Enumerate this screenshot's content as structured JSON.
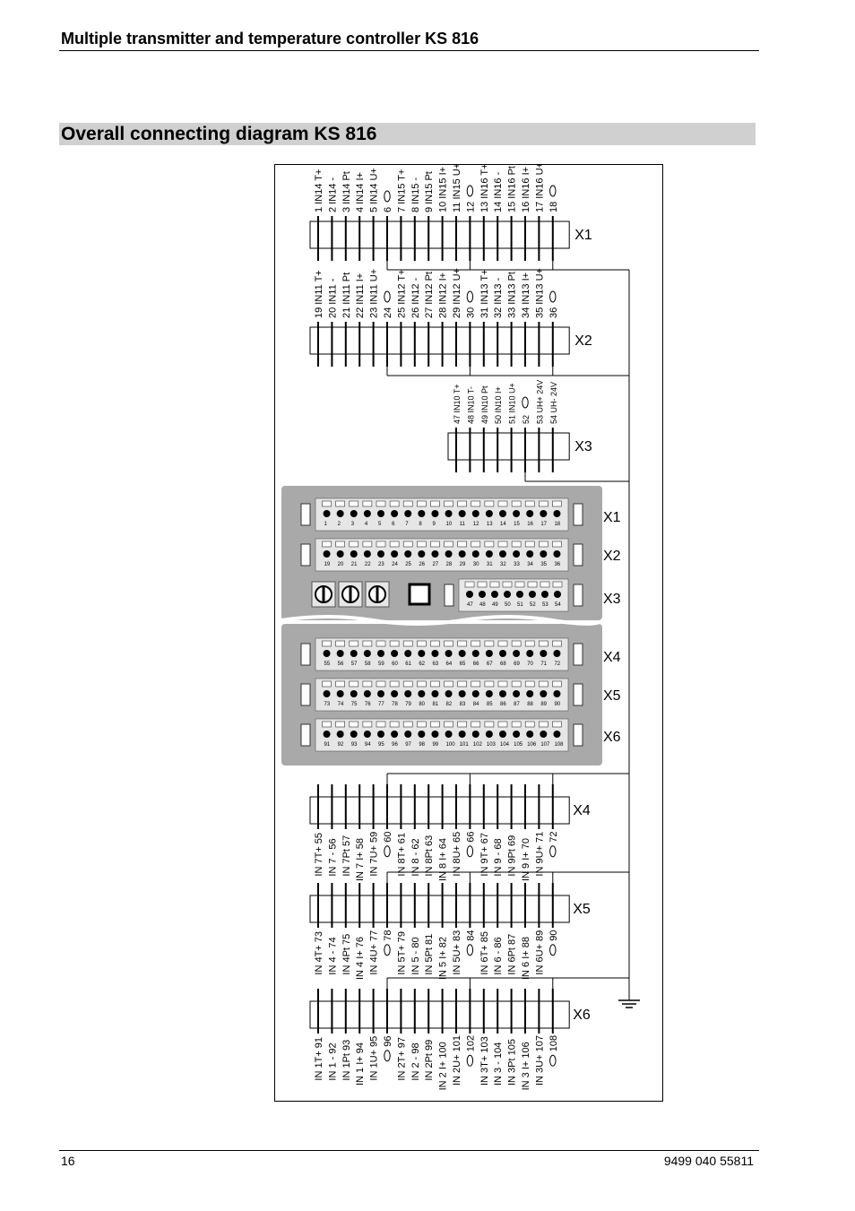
{
  "header": {
    "title": "Multiple transmitter and temperature controller KS 816"
  },
  "section": {
    "title": "Overall connecting diagram KS 816"
  },
  "footer": {
    "page_number": "16",
    "doc_number": "9499 040 55811"
  },
  "diagram": {
    "connector_x1": {
      "name": "X1",
      "pins": [
        "1 IN14 T+",
        "2 IN14 -",
        "3 IN14 Pt",
        "4 IN14 I+",
        "5 IN14 U+",
        "6",
        "7 IN15 T+",
        "8 IN15 -",
        "9 IN15 Pt",
        "10 IN15 I+",
        "11 IN15 U+",
        "12",
        "13 IN16 T+",
        "14 IN16 -",
        "15 IN16 Pt",
        "16 IN16 I+",
        "17 IN16 U+",
        "18"
      ]
    },
    "connector_x2": {
      "name": "X2",
      "pins": [
        "19 IN11 T+",
        "20 IN11 -",
        "21 IN11 Pt",
        "22 IN11 I+",
        "23 IN11 U+",
        "24",
        "25 IN12 T+",
        "26 IN12 -",
        "27 IN12 Pt",
        "28 IN12 I+",
        "29 IN12 U+",
        "30",
        "31 IN13 T+",
        "32 IN13 -",
        "33 IN13 Pt",
        "34 IN13 I+",
        "35 IN13 U+",
        "36"
      ]
    },
    "connector_x3": {
      "name": "X3",
      "pins": [
        "47 IN10 T+",
        "48 IN10 T-",
        "49 IN10 Pt",
        "50 IN10 I+",
        "51 IN10 U+",
        "52",
        "53 UH+ 24V",
        "54 UH- 24V"
      ]
    },
    "panel": {
      "x1_label": "X1",
      "x2_label": "X2",
      "x3_label": "X3",
      "x4_label": "X4",
      "x5_label": "X5",
      "x6_label": "X6",
      "row_x1": [
        "1",
        "2",
        "3",
        "4",
        "5",
        "6",
        "7",
        "8",
        "9",
        "10",
        "11",
        "12",
        "13",
        "14",
        "15",
        "16",
        "17",
        "18"
      ],
      "row_x2": [
        "19",
        "20",
        "21",
        "22",
        "23",
        "24",
        "25",
        "26",
        "27",
        "28",
        "29",
        "30",
        "31",
        "32",
        "33",
        "34",
        "35",
        "36"
      ],
      "row_x3": [
        "47",
        "48",
        "49",
        "50",
        "51",
        "52",
        "53",
        "54"
      ],
      "row_x4": [
        "55",
        "56",
        "57",
        "58",
        "59",
        "60",
        "61",
        "62",
        "63",
        "64",
        "65",
        "66",
        "67",
        "68",
        "69",
        "70",
        "71",
        "72"
      ],
      "row_x5": [
        "73",
        "74",
        "75",
        "76",
        "77",
        "78",
        "79",
        "80",
        "81",
        "82",
        "83",
        "84",
        "85",
        "86",
        "87",
        "88",
        "89",
        "90"
      ],
      "row_x6": [
        "91",
        "92",
        "93",
        "94",
        "95",
        "96",
        "97",
        "98",
        "99",
        "100",
        "101",
        "102",
        "103",
        "104",
        "105",
        "106",
        "107",
        "108"
      ]
    },
    "connector_x4": {
      "name": "X4",
      "pins": [
        "IN 7T+ 55",
        "IN 7 - 56",
        "IN 7Pt 57",
        "IN 7 I+ 58",
        "IN 7U+ 59",
        "60",
        "IN 8T+ 61",
        "IN 8 - 62",
        "IN 8Pt 63",
        "IN 8 I+ 64",
        "IN 8U+ 65",
        "66",
        "IN 9T+ 67",
        "IN 9 - 68",
        "IN 9Pt 69",
        "IN 9 I+ 70",
        "IN 9U+ 71",
        "72"
      ]
    },
    "connector_x5": {
      "name": "X5",
      "pins": [
        "IN 4T+ 73",
        "IN 4 - 74",
        "IN 4Pt 75",
        "IN 4 I+ 76",
        "IN 4U+ 77",
        "78",
        "IN 5T+ 79",
        "IN 5 - 80",
        "IN 5Pt 81",
        "IN 5 I+ 82",
        "IN 5U+ 83",
        "84",
        "IN 6T+ 85",
        "IN 6 - 86",
        "IN 6Pt 87",
        "IN 6 I+ 88",
        "IN 6U+ 89",
        "90"
      ]
    },
    "connector_x6": {
      "name": "X6",
      "pins": [
        "IN 1T+ 91",
        "IN 1 - 92",
        "IN 1Pt 93",
        "IN 1 I+ 94",
        "IN 1U+ 95",
        "96",
        "IN 2T+ 97",
        "IN 2 - 98",
        "IN 2Pt 99",
        "IN 2 I+ 100",
        "IN 2U+ 101",
        "102",
        "IN 3T+ 103",
        "IN 3 - 104",
        "IN 3Pt 105",
        "IN 3 I+ 106",
        "IN 3U+ 107",
        "108"
      ]
    },
    "ground_symbol": "ground-icon",
    "shield_symbol": "shield-loop-icon"
  }
}
